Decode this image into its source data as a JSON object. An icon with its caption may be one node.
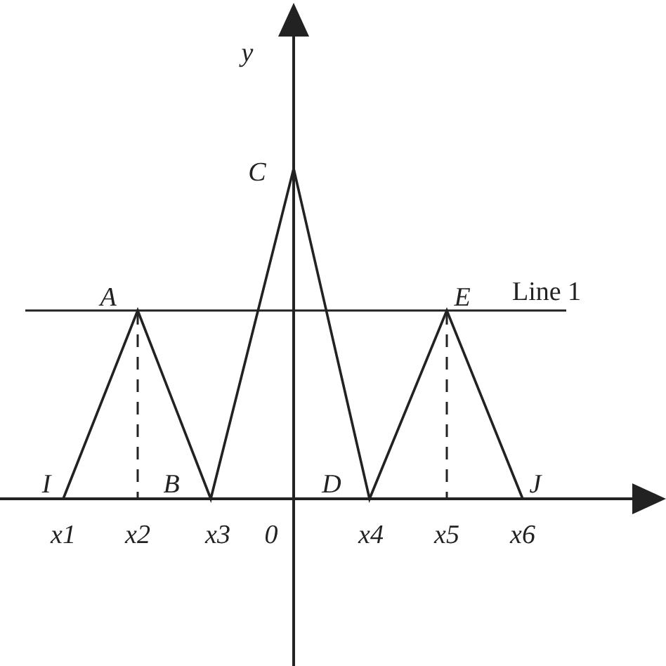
{
  "diagram": {
    "labels": [
      "y",
      "C",
      "A",
      "E",
      "Line 1",
      "I",
      "B",
      "D",
      "J",
      "x1",
      "x2",
      "x3",
      "0",
      "x4",
      "x5",
      "x6"
    ]
  }
}
